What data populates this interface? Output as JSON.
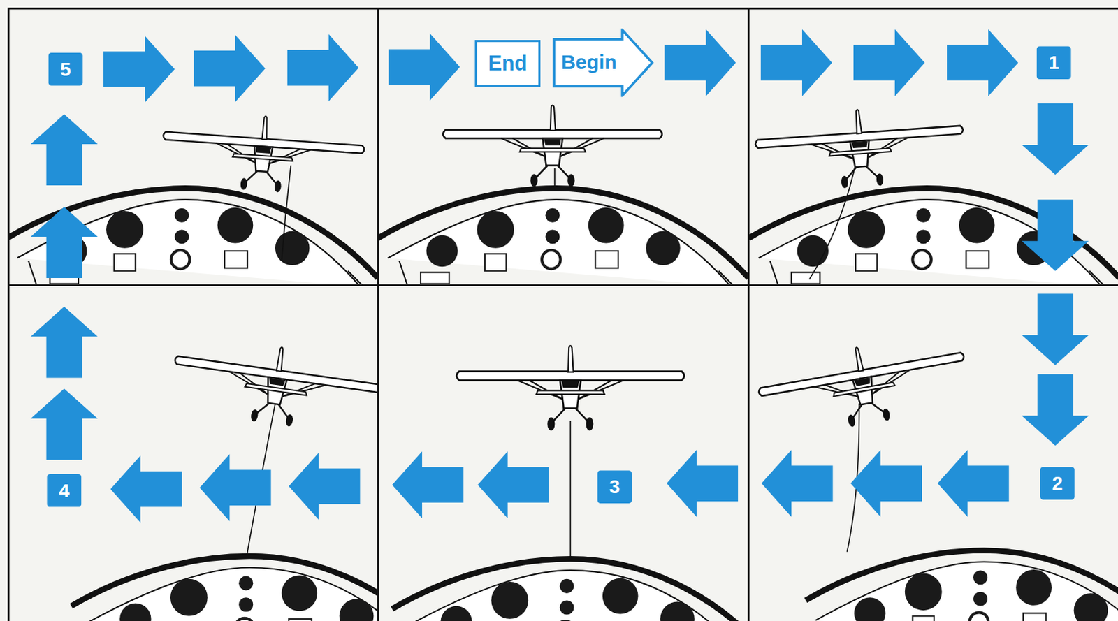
{
  "diagram": {
    "nodes": [
      {
        "text": [
          "5"
        ]
      },
      {
        "text": [
          "End"
        ]
      },
      {
        "text": [
          "Begin"
        ]
      },
      {
        "text": [
          "1"
        ]
      },
      {
        "text": [
          "4"
        ]
      },
      {
        "text": [
          "3"
        ]
      },
      {
        "text": [
          "2"
        ]
      }
    ],
    "edges": [
      {
        "from": 2,
        "to": 3,
        "arrow": "to"
      },
      {
        "from": 3,
        "to": 6,
        "arrow": "to"
      },
      {
        "from": 6,
        "to": 5,
        "arrow": "to"
      },
      {
        "from": 5,
        "to": 4,
        "arrow": "to"
      },
      {
        "from": 4,
        "to": 0,
        "arrow": "to"
      },
      {
        "from": 0,
        "to": 1,
        "arrow": "to"
      }
    ]
  }
}
